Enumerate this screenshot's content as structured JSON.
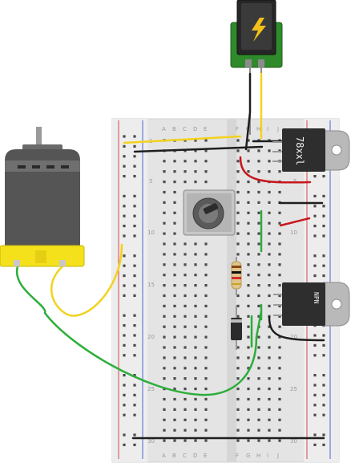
{
  "breadboard": {
    "column_letters_left": [
      "A",
      "B",
      "C",
      "D",
      "E"
    ],
    "column_letters_right": [
      "F",
      "G",
      "H",
      "I",
      "J"
    ],
    "row_numbers": [
      "1",
      "5",
      "10",
      "15",
      "20",
      "25",
      "30"
    ]
  },
  "components": {
    "regulator_label": "78xxl",
    "transistor_label": "NPN"
  },
  "colors": {
    "yellow_wire": "#f2d21e",
    "black_wire": "#1e1e1e",
    "red_wire": "#c8171c",
    "green_wire": "#2cae3a",
    "rail_red": "#d9474a",
    "rail_blue": "#4a63d9",
    "motor_yellow": "#f4e11c",
    "pcb_green": "#2f8a2c"
  }
}
